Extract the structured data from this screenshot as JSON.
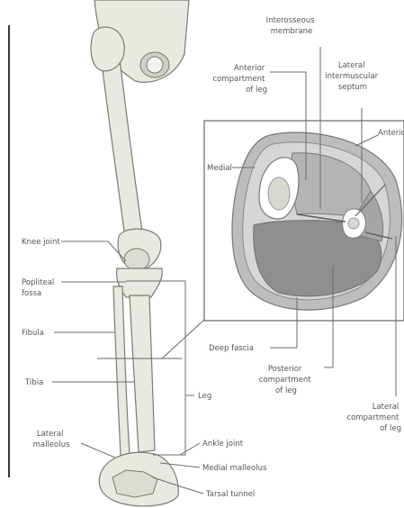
{
  "header": {
    "title_fragment": ""
  },
  "labels": {
    "interosseous_membrane": [
      "Interosseous",
      "membrane"
    ],
    "anterior_compartment": [
      "Anterior",
      "compartment",
      "of leg"
    ],
    "lateral_intermuscular_septum": [
      "Lateral",
      "intermuscular",
      "septum"
    ],
    "anterior": "Anterior",
    "medial": "Medial",
    "knee_joint": "Knee joint",
    "popliteal_fossa": [
      "Popliteal",
      "fossa"
    ],
    "fibula": "Fibula",
    "tibia": "Tibia",
    "leg": "Leg",
    "deep_fascia": "Deep fascia",
    "posterior_compartment": [
      "Posterior",
      "compartment",
      "of leg"
    ],
    "lateral_compartment": [
      "Lateral",
      "compartment",
      "of leg"
    ],
    "lateral_malleolus": [
      "Lateral",
      "malleolus"
    ],
    "ankle_joint": "Ankle joint",
    "medial_malleolus": "Medial malleolus",
    "tarsal_tunnel": "Tarsal tunnel"
  },
  "colors": {
    "bone_fill": "#e9e9e2",
    "posterior_compartment": "#8f8f8f",
    "anterior_compartment": "#b4b4b4",
    "skin_ring": "#a9a9a9",
    "leader_lines": "#6b6b6b"
  }
}
